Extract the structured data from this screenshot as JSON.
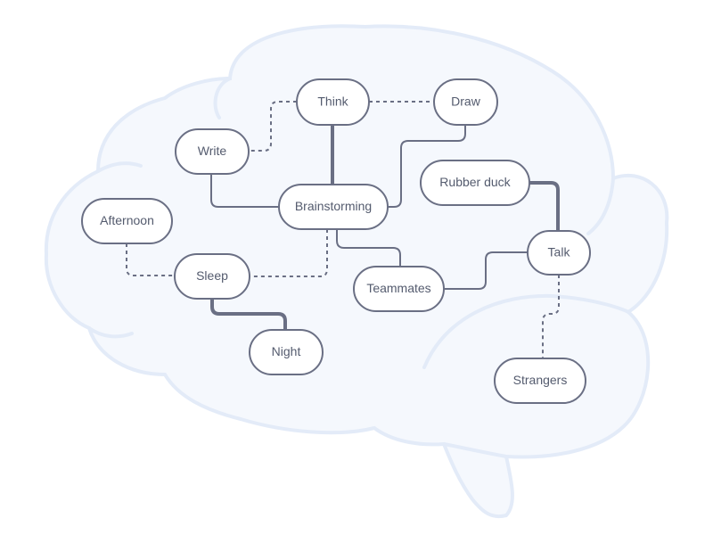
{
  "colors": {
    "brain_fill": "#f5f8fd",
    "brain_stroke": "#e3ebf8",
    "node_fill": "#ffffff",
    "node_stroke": "#6a6f84",
    "connector": "#6a6f84",
    "text": "#545b6e"
  },
  "nodes": [
    {
      "id": "think",
      "label": "Think"
    },
    {
      "id": "draw",
      "label": "Draw"
    },
    {
      "id": "write",
      "label": "Write"
    },
    {
      "id": "brainstorming",
      "label": "Brainstorming"
    },
    {
      "id": "rubber-duck",
      "label": "Rubber duck"
    },
    {
      "id": "afternoon",
      "label": "Afternoon"
    },
    {
      "id": "talk",
      "label": "Talk"
    },
    {
      "id": "sleep",
      "label": "Sleep"
    },
    {
      "id": "teammates",
      "label": "Teammates"
    },
    {
      "id": "night",
      "label": "Night"
    },
    {
      "id": "strangers",
      "label": "Strangers"
    }
  ],
  "connections": [
    {
      "from": "think",
      "to": "brainstorming",
      "style": "bold"
    },
    {
      "from": "think",
      "to": "write",
      "style": "dashed"
    },
    {
      "from": "think",
      "to": "draw",
      "style": "dashed"
    },
    {
      "from": "write",
      "to": "brainstorming",
      "style": "solid"
    },
    {
      "from": "draw",
      "to": "brainstorming",
      "style": "solid"
    },
    {
      "from": "brainstorming",
      "to": "teammates",
      "style": "solid"
    },
    {
      "from": "brainstorming",
      "to": "sleep",
      "style": "dashed"
    },
    {
      "from": "afternoon",
      "to": "sleep",
      "style": "dashed"
    },
    {
      "from": "sleep",
      "to": "night",
      "style": "bold"
    },
    {
      "from": "rubber-duck",
      "to": "talk",
      "style": "bold"
    },
    {
      "from": "teammates",
      "to": "talk",
      "style": "solid"
    },
    {
      "from": "talk",
      "to": "strangers",
      "style": "dashed"
    }
  ]
}
